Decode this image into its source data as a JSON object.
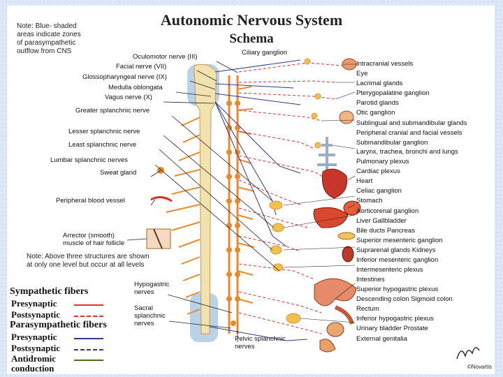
{
  "slide": {
    "title": "Autonomic Nervous System",
    "subtitle": "Schema",
    "note_top": "Note: Blue- shaded\nareas indicate zones\nof parasympathetic\noutflow from CNS",
    "note_mid": "Note: Above three structures are shown\nat only one level but occur at all levels"
  },
  "left_labels": [
    "Oculomotor nerve (III)",
    "Facial nerve (VII)",
    "Glossopharyngeal nerve (IX)",
    "Medulla oblongata",
    "Vagus nerve (X)",
    "Greater splanchnic nerve",
    "Lesser splanchnic nerve",
    "Least splanchnic nerve",
    "Lumbar splanchnic nerves",
    "Sweat gland",
    "Peripheral blood vessel",
    "Arrector (smooth)\nmuscle of hair follicle",
    "Hypogastric\nnerves",
    "Sacral\nsplanchnic\nnerves",
    "Pelvic splanchnic\nnerves",
    "Ciliary ganglion"
  ],
  "right_labels": [
    "Intracranial vessels",
    "Eye",
    "Lacrimal glands",
    "Pterygopalatine ganglion",
    "Parotid glands",
    "Otic ganglion",
    "Sublingual and submandibular glands",
    "Peripheral cranial and facial vessels",
    "Submandibular ganglion",
    "Larynx, trachea, bronchi and lungs",
    "Pulmonary plexus",
    "Cardiac plexus",
    "Heart",
    "Celiac ganglion",
    "Stomach",
    "Aorticorenal ganglion",
    "Liver     Gallbladder",
    "Bile ducts     Pancreas",
    "Superior mesenteric ganglion",
    "Suprarenal glands     Kidneys",
    "Inferior mesenteric ganglion",
    "Intermesenteric plexus",
    "Intestines",
    "Superior hypogastric plexus",
    "Descending colon   Sigmoid colon",
    "Rectum",
    "Inferior hypogastric plexus",
    "Urinary bladder     Prostate",
    "External genitalia"
  ],
  "legend": {
    "sympathetic": "Sympathetic fibers",
    "presynaptic": "Presynaptic",
    "postsynaptic": "Postsynaptic",
    "parasympathetic": "Parasympathetic fibers",
    "presynaptic_2": "Presynaptic",
    "postsynaptic_2": "Postsynaptic",
    "antidromic": "Antidromic\nconduction",
    "colors": {
      "sympathetic": "#d8342a",
      "parasympathetic": "#333a8c",
      "antidromic": "#4b6e1f"
    }
  },
  "copyright": "©Novartis",
  "colors": {
    "nerve_orange": "#e88a2c",
    "spine_blue": "#b9d2ea",
    "organ_red": "#d9482e"
  }
}
